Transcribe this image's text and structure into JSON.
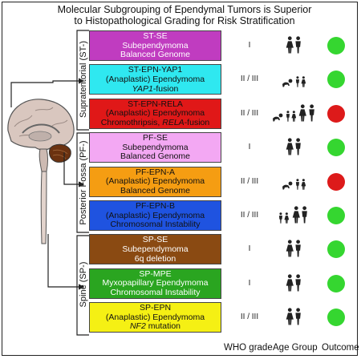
{
  "title": {
    "line1": "Molecular Subgrouping of Ependymal Tumors is Superior",
    "line2": "to Histopathological Grading for Risk Stratification"
  },
  "regions": [
    {
      "label": "Supratentorial (ST-)"
    },
    {
      "label": "Posterior Fossa (PF-)"
    },
    {
      "label": "Spine (SP-)"
    }
  ],
  "rows": [
    {
      "code": "ST-SE",
      "name": "Subependymoma",
      "feature": "Balanced Genome",
      "feature_italic": "",
      "feature_tail": "",
      "bg": "#c03cc0",
      "color": "#ffffff",
      "grade": "I",
      "age": [
        "adult"
      ],
      "outcome": "good"
    },
    {
      "code": "ST-EPN-YAP1",
      "name": "(Anaplastic) Ependymoma",
      "feature": "",
      "feature_italic": "YAP1",
      "feature_tail": "-fusion",
      "bg": "#2fe8f0",
      "color": "#111111",
      "grade": "II / III",
      "age": [
        "infant",
        "child"
      ],
      "outcome": "good"
    },
    {
      "code": "ST-EPN-RELA",
      "name": "(Anaplastic) Ependymoma",
      "feature": "Chromothripsis, ",
      "feature_italic": "RELA",
      "feature_tail": "-fusion",
      "bg": "#e01818",
      "color": "#111111",
      "grade": "II / III",
      "age": [
        "infant",
        "child",
        "adult"
      ],
      "outcome": "poor"
    },
    {
      "code": "PF-SE",
      "name": "Subependymoma",
      "feature": "Balanced Genome",
      "feature_italic": "",
      "feature_tail": "",
      "bg": "#f3a8f3",
      "color": "#111111",
      "grade": "I",
      "age": [
        "adult"
      ],
      "outcome": "good"
    },
    {
      "code": "PF-EPN-A",
      "name": "(Anaplastic) Ependymoma",
      "feature": "Balanced Genome",
      "feature_italic": "",
      "feature_tail": "",
      "bg": "#f59d12",
      "color": "#111111",
      "grade": "II / III",
      "age": [
        "infant",
        "child"
      ],
      "outcome": "poor"
    },
    {
      "code": "PF-EPN-B",
      "name": "(Anaplastic) Ependymoma",
      "feature": "Chromosomal Instability",
      "feature_italic": "",
      "feature_tail": "",
      "bg": "#1f53e0",
      "color": "#111111",
      "grade": "II / III",
      "age": [
        "child",
        "adult"
      ],
      "outcome": "good"
    },
    {
      "code": "SP-SE",
      "name": "Subependymoma",
      "feature": "6q deletion",
      "feature_italic": "",
      "feature_tail": "",
      "bg": "#8a4a12",
      "color": "#ffffff",
      "grade": "I",
      "age": [
        "adult"
      ],
      "outcome": "good"
    },
    {
      "code": "SP-MPE",
      "name": "Myxopapillary Ependymoma",
      "feature": "Chromosomal Instability",
      "feature_italic": "",
      "feature_tail": "",
      "bg": "#2aa520",
      "color": "#ffffff",
      "grade": "I",
      "age": [
        "adult"
      ],
      "outcome": "good"
    },
    {
      "code": "SP-EPN",
      "name": "(Anaplastic) Ependymoma",
      "feature": "",
      "feature_italic": "NF2",
      "feature_tail": " mutation",
      "bg": "#f5f014",
      "color": "#111111",
      "grade": "II / III",
      "age": [
        "adult"
      ],
      "outcome": "good"
    }
  ],
  "outcome_colors": {
    "good": "#35d630",
    "poor": "#dd1a1a"
  },
  "columns": {
    "grade": "WHO grade",
    "age": "Age Group",
    "outcome": "Outcome"
  },
  "icons": {
    "infant": "crawling-baby-icon",
    "child": "child-pair-icon",
    "adult": "adult-pair-icon",
    "brain": "brain-sagittal-icon"
  }
}
